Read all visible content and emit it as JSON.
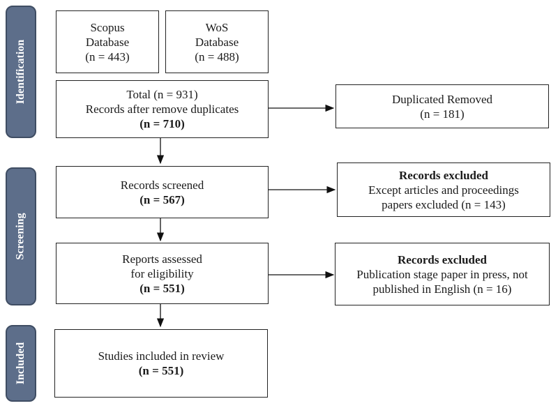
{
  "stages": {
    "identification": "Identification",
    "screening": "Screening",
    "included": "Included"
  },
  "boxes": {
    "scopus": {
      "line1": "Scopus",
      "line2": "Database",
      "line3": "(n = 443)"
    },
    "wos": {
      "line1": "WoS",
      "line2": "Database",
      "line3": "(n = 488)"
    },
    "total": {
      "line1": "Total (n = 931)",
      "line2": "Records after remove duplicates",
      "line3": "(n = 710)"
    },
    "duplicated": {
      "line1": "Duplicated Removed",
      "line2": "(n = 181)"
    },
    "screened": {
      "line1": "Records screened",
      "line2": "(n = 567)"
    },
    "excluded1": {
      "line1": "Records excluded",
      "line2": "Except articles and proceedings",
      "line3": "papers excluded (n = 143)"
    },
    "assessed": {
      "line1": "Reports assessed",
      "line2": "for eligibility",
      "line3": "(n = 551)"
    },
    "excluded2": {
      "line1": "Records excluded",
      "line2": "Publication stage paper in press, not",
      "line3": "published in English (n = 16)"
    },
    "included": {
      "line1": "Studies included in review",
      "line2": "(n = 551)"
    }
  }
}
